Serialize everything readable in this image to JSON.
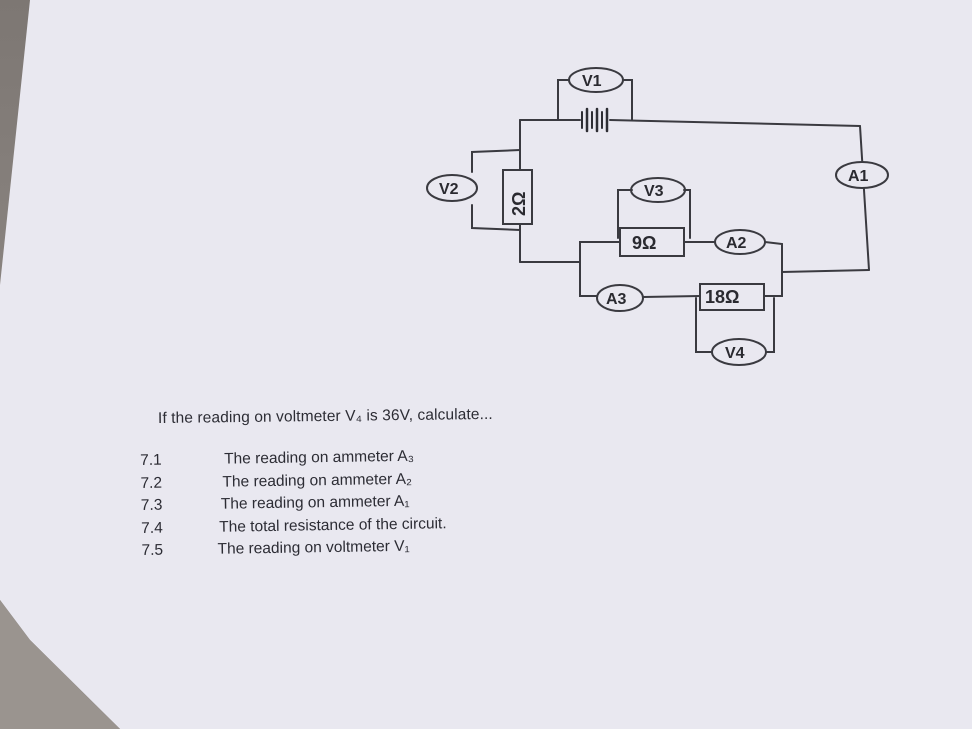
{
  "circuit": {
    "voltmeters": [
      "V1",
      "V2",
      "V3",
      "V4"
    ],
    "ammeters": [
      "A1",
      "A2",
      "A3"
    ],
    "resistors": [
      "2Ω",
      "9Ω",
      "18Ω"
    ]
  },
  "question": {
    "intro": "If the reading on voltmeter V₄ is 36V, calculate...",
    "items": [
      {
        "num": "7.1",
        "text": "The reading on ammeter A₃"
      },
      {
        "num": "7.2",
        "text": "The reading on ammeter A₂"
      },
      {
        "num": "7.3",
        "text": "The reading on ammeter A₁"
      },
      {
        "num": "7.4",
        "text": "The total resistance of the circuit."
      },
      {
        "num": "7.5",
        "text": "The reading on voltmeter V₁"
      }
    ]
  }
}
